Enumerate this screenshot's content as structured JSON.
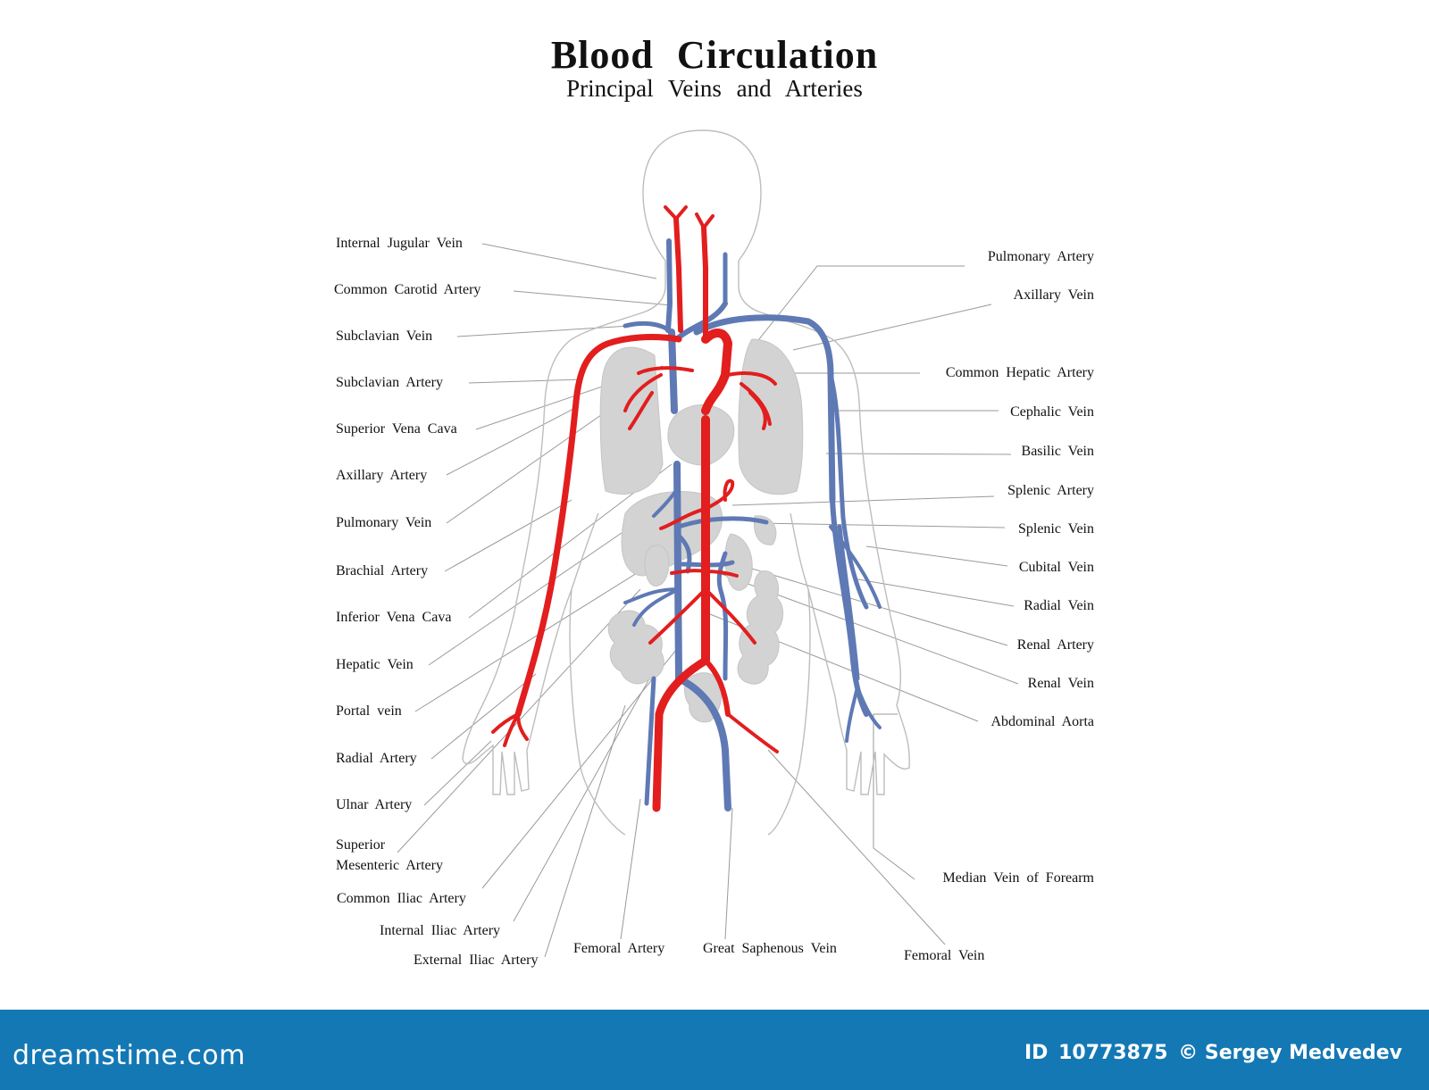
{
  "title": "Blood Circulation",
  "subtitle": "Principal Veins and Arteries",
  "colors": {
    "artery": "#e21e1e",
    "vein": "#5e79b4",
    "organ": "#d3d3d3",
    "outline": "#bdbdbd",
    "footer": "#1478b4"
  },
  "labels_left": [
    "Internal Jugular Vein",
    "Common Carotid Artery",
    "Subclavian Vein",
    "Subclavian Artery",
    "Superior Vena Cava",
    "Axillary Artery",
    "Pulmonary Vein",
    "Brachial Artery",
    "Inferior Vena Cava",
    "Hepatic Vein",
    "Portal vein",
    "Radial Artery",
    "Ulnar Artery",
    "Superior",
    "Mesenteric Artery",
    "Common Iliac Artery",
    "Internal Iliac Artery",
    "External Iliac Artery"
  ],
  "labels_right": [
    "Pulmonary Artery",
    "Axillary Vein",
    "Common Hepatic Artery",
    "Cephalic Vein",
    "Basilic Vein",
    "Splenic Artery",
    "Splenic Vein",
    "Cubital Vein",
    "Radial Vein",
    "Renal Artery",
    "Renal Vein",
    "Abdominal Aorta",
    "Median Vein of Forearm"
  ],
  "labels_bottom": [
    "Femoral Artery",
    "Great Saphenous Vein",
    "Femoral Vein"
  ],
  "footer": {
    "logo": "dreamstime.com",
    "id_label": "ID",
    "id": "10773875",
    "credit": "© Sergey Medvedev"
  }
}
